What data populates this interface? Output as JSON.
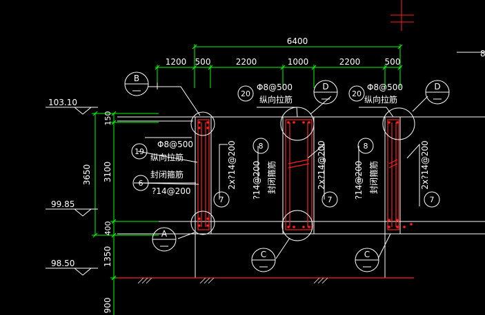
{
  "colors": {
    "background": "#000000",
    "line": "#ffffff",
    "dimension": "#00ff00",
    "rebar": "#ff2020",
    "text": "#ffffff"
  },
  "top_dims": {
    "overall": "6400",
    "segments": [
      "1200",
      "500",
      "2200",
      "1000",
      "2200",
      "500"
    ]
  },
  "left_dims": {
    "overall": "3650",
    "segments": [
      "150",
      "3100",
      "400",
      "1350",
      "900"
    ]
  },
  "elevations": [
    "103.10",
    "99.85",
    "98.50"
  ],
  "bubbles": {
    "B": "B",
    "A": "A",
    "D1": "D",
    "D2": "D",
    "C1": "C",
    "C2": "C",
    "n19": "19",
    "n6": "6",
    "n20a": "20",
    "n20b": "20",
    "n8a": "8",
    "n8b": "8",
    "n7a": "7",
    "n7b": "7",
    "n7c": "7",
    "edge_label": "8"
  },
  "notes": {
    "left_tie_spec": "Φ8@500",
    "left_tie_name": "纵向拉筋",
    "left_stirrup_name": "封闭箍筋",
    "left_stirrup_spec": "?14@200",
    "mid_tie_spec": "Φ8@500",
    "mid_tie_name": "纵向拉筋",
    "right_tie_spec": "Φ8@500",
    "right_tie_name": "纵向拉筋",
    "vert_bar_a": "2x?14@200",
    "vert_bar_b": "2x?14@200",
    "vert_bar_c": "2x?14@200",
    "stirrup_spec_b": "?14@200",
    "stirrup_name_b": "封闭箍筋",
    "stirrup_spec_c": "?14@200",
    "stirrup_name_c": "封闭箍筋"
  }
}
